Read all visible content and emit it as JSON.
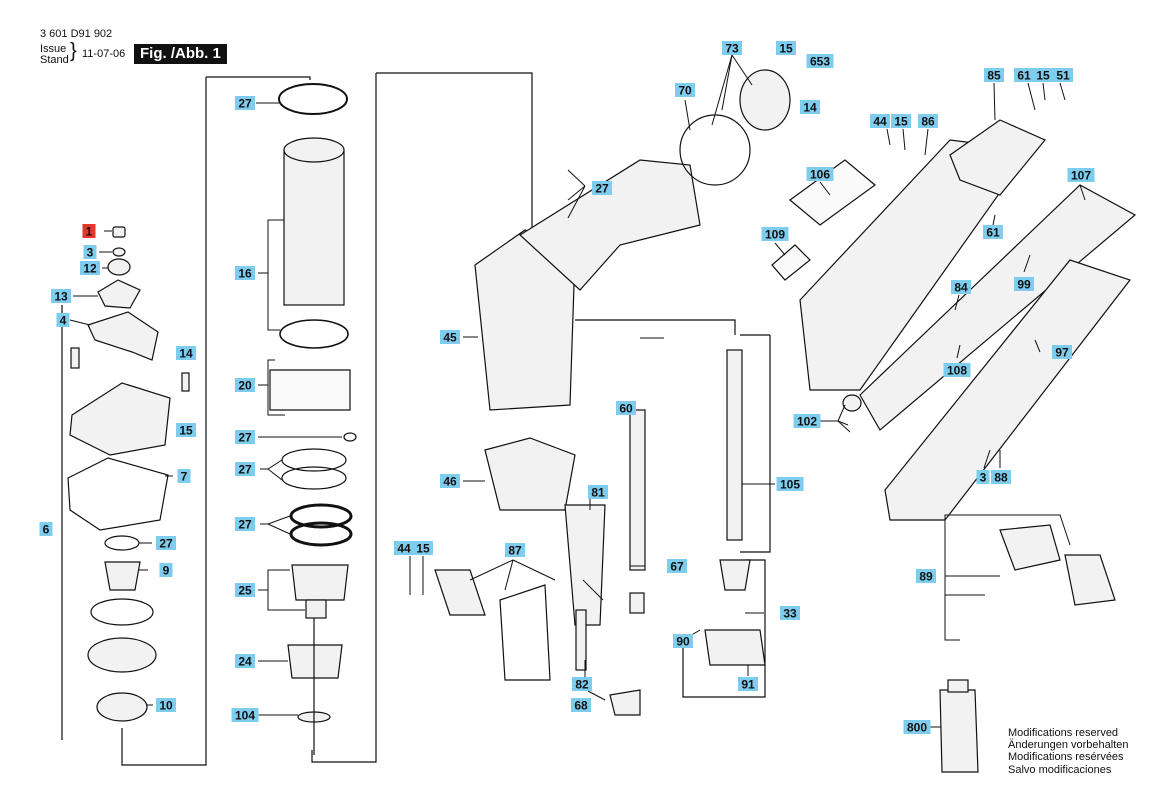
{
  "header": {
    "doc_number": "3 601 D91 902",
    "issue_label": "Issue",
    "stand_label": "Stand",
    "date": "11-07-06",
    "figure_title": "Fig. /Abb. 1"
  },
  "notes": [
    "Modifications reserved",
    "Änderungen vorbehalten",
    "Modifications resérvées",
    "Salvo modificaciones"
  ],
  "callouts": [
    {
      "label": "1",
      "highlight": true
    },
    {
      "label": "3"
    },
    {
      "label": "12"
    },
    {
      "label": "13"
    },
    {
      "label": "4"
    },
    {
      "label": "14"
    },
    {
      "label": "15"
    },
    {
      "label": "7"
    },
    {
      "label": "6"
    },
    {
      "label": "27"
    },
    {
      "label": "9"
    },
    {
      "label": "10"
    },
    {
      "label": "27"
    },
    {
      "label": "16"
    },
    {
      "label": "20"
    },
    {
      "label": "27"
    },
    {
      "label": "27"
    },
    {
      "label": "27"
    },
    {
      "label": "25"
    },
    {
      "label": "24"
    },
    {
      "label": "104"
    },
    {
      "label": "70"
    },
    {
      "label": "73"
    },
    {
      "label": "15"
    },
    {
      "label": "653"
    },
    {
      "label": "14"
    },
    {
      "label": "27"
    },
    {
      "label": "45"
    },
    {
      "label": "60"
    },
    {
      "label": "46"
    },
    {
      "label": "44"
    },
    {
      "label": "15"
    },
    {
      "label": "87"
    },
    {
      "label": "81"
    },
    {
      "label": "67"
    },
    {
      "label": "82"
    },
    {
      "label": "68"
    },
    {
      "label": "105"
    },
    {
      "label": "33"
    },
    {
      "label": "90"
    },
    {
      "label": "91"
    },
    {
      "label": "85"
    },
    {
      "label": "61"
    },
    {
      "label": "15"
    },
    {
      "label": "51"
    },
    {
      "label": "44"
    },
    {
      "label": "15"
    },
    {
      "label": "86"
    },
    {
      "label": "106"
    },
    {
      "label": "107"
    },
    {
      "label": "109"
    },
    {
      "label": "61"
    },
    {
      "label": "99"
    },
    {
      "label": "84"
    },
    {
      "label": "108"
    },
    {
      "label": "97"
    },
    {
      "label": "102"
    },
    {
      "label": "3"
    },
    {
      "label": "88"
    },
    {
      "label": "89"
    },
    {
      "label": "800"
    }
  ]
}
